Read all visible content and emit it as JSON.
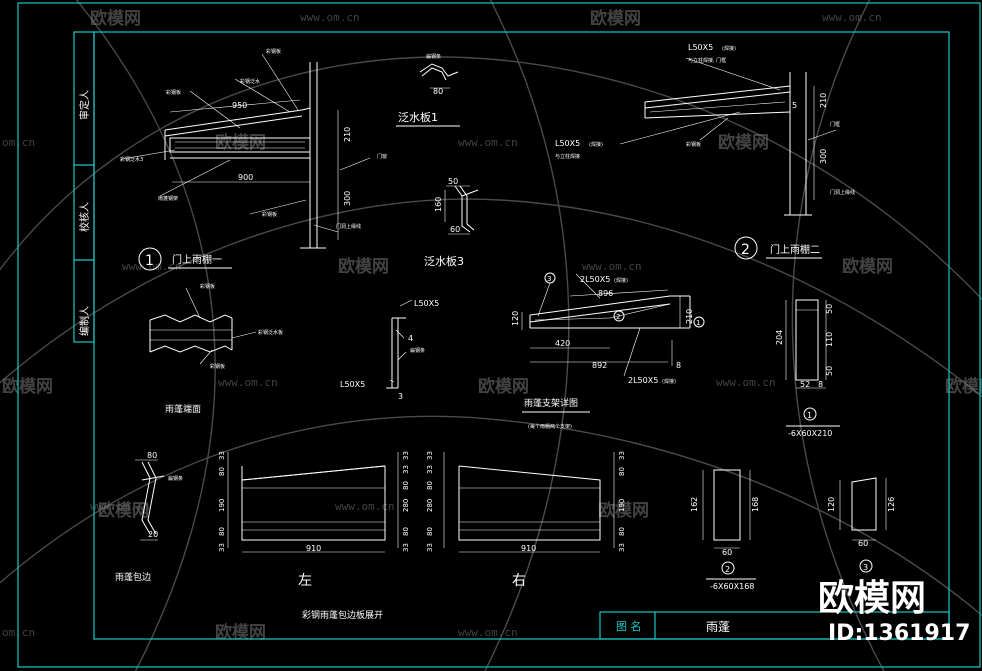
{
  "watermark": {
    "brand": "欧模网",
    "url": "www.om.cn",
    "url_short": "om.cn",
    "big_brand": "欧模网",
    "id": "ID:1361917"
  },
  "side_strip": {
    "approver": "审定人",
    "checker": "校核人",
    "drafter": "编制人"
  },
  "title_block": {
    "label": "图 名",
    "value": "雨蓬"
  },
  "view1": {
    "number": "1",
    "title": "门上雨棚一",
    "dim_950": "950",
    "dim_900": "900",
    "dim_210": "210",
    "dim_300": "300",
    "callouts": [
      "彩钢板",
      "彩钢泛水",
      "彩钢板",
      "钢架",
      "彩钢泛水3",
      "雨蓬钢架",
      "彩钢板",
      "门窗",
      "门洞上缘线"
    ]
  },
  "flashing1": {
    "title": "泛水板1",
    "dim_80": "80",
    "note": "扁钢条"
  },
  "flashing3": {
    "title": "泛水板3",
    "dim_50": "50",
    "dim_160": "160",
    "dim_60": "60"
  },
  "view2": {
    "number": "2",
    "title": "门上雨棚二",
    "angle_top": "L50X5",
    "angle_top_note": "(焊接)",
    "angle_top_sub": "与立柱焊接, 门框",
    "angle_bot": "L50X5",
    "angle_bot_note": "(焊接)",
    "angle_bot_sub": "与立柱焊接",
    "dim_210": "210",
    "dim_300": "300",
    "door": "门框",
    "door_line": "门洞上缘线",
    "note": "彩钢板"
  },
  "end_view": {
    "title": "雨蓬端面",
    "callouts": [
      "彩钢板",
      "彩钢泛水板",
      "彩钢板"
    ]
  },
  "angle_joint": {
    "top": "L50X5",
    "bottom": "L50X5",
    "num4": "4",
    "num3": "3",
    "note": "扁钢条"
  },
  "support": {
    "title": "雨蓬支架详图",
    "note": "(每个雨棚两个支架)",
    "top_label": "2L50X5",
    "top_label_note": "(焊接)",
    "bot_label": "2L50X5",
    "bot_label_note": "(焊接)",
    "dim_896": "896",
    "dim_420": "420",
    "dim_892": "892",
    "dim_120": "120",
    "dim_210": "210",
    "dim_8": "8",
    "num1": "1",
    "num2": "2",
    "num3": "3"
  },
  "plate1": {
    "num": "1",
    "spec": "-6X60X210",
    "dim_204": "204",
    "dim_50a": "50",
    "dim_110": "110",
    "dim_50b": "50",
    "dim_52": "52",
    "dim_8": "8"
  },
  "plate2": {
    "num": "2",
    "spec": "-6X60X168",
    "dim_162": "162",
    "dim_168": "168",
    "dim_60": "60"
  },
  "plate3": {
    "num": "3",
    "dim_120": "120",
    "dim_126": "126",
    "dim_60": "60"
  },
  "edge_detail": {
    "title": "雨蓬包边",
    "dim_80": "80",
    "dim_20": "20",
    "note": "扁钢条"
  },
  "unfold": {
    "title": "彩钢雨蓬包边板展开",
    "left": "左",
    "right": "右",
    "width": "910",
    "left_dims_left": [
      "33",
      "80",
      "190",
      "80",
      "33"
    ],
    "left_dims_right": [
      "33",
      "33",
      "80",
      "280",
      "80",
      "33"
    ],
    "right_dims_left": [
      "33",
      "33",
      "80",
      "280",
      "80",
      "33"
    ],
    "right_dims_right": [
      "33",
      "80",
      "190",
      "80",
      "33"
    ]
  }
}
